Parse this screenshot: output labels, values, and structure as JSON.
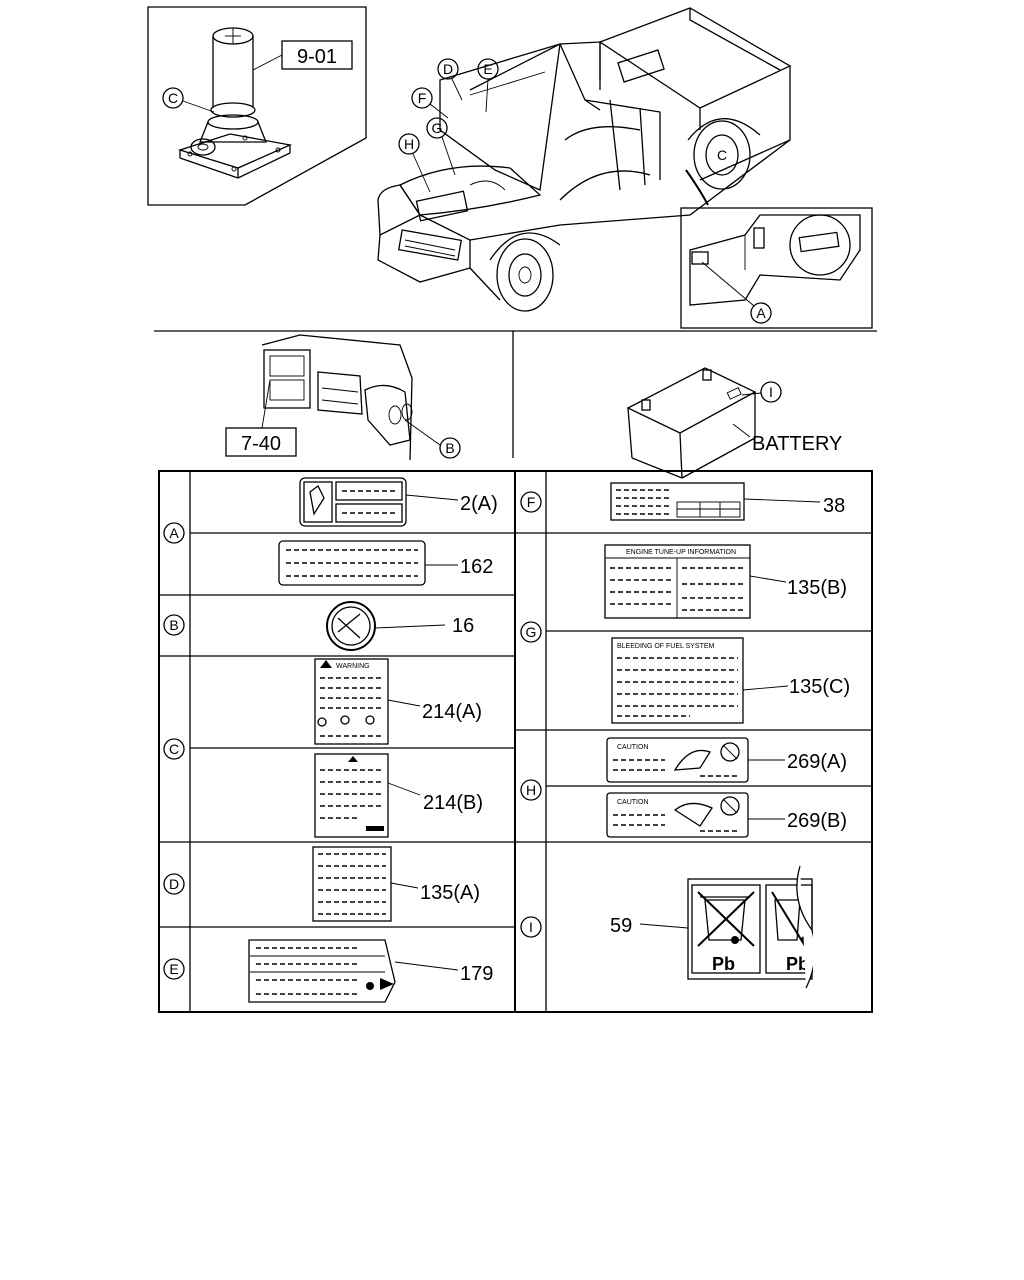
{
  "top": {
    "jack_inset": {
      "ref_label": "9-01",
      "callout": "C"
    },
    "truck_callouts": [
      "D",
      "E",
      "F",
      "G",
      "H"
    ],
    "fuel_inset": {
      "callout": "A"
    }
  },
  "middle": {
    "dash_view": {
      "ref_label": "7-40",
      "callout": "B"
    },
    "battery_view": {
      "callout": "I",
      "label": "BATTERY"
    }
  },
  "table": {
    "left_rows": [
      {
        "group": "A",
        "parts": [
          {
            "number": "2(A)"
          },
          {
            "number": "162"
          }
        ]
      },
      {
        "group": "B",
        "parts": [
          {
            "number": "16"
          }
        ]
      },
      {
        "group": "C",
        "parts": [
          {
            "number": "214(A)",
            "heading": "WARNING"
          },
          {
            "number": "214(B)"
          }
        ]
      },
      {
        "group": "D",
        "parts": [
          {
            "number": "135(A)"
          }
        ]
      },
      {
        "group": "E",
        "parts": [
          {
            "number": "179"
          }
        ]
      }
    ],
    "right_rows": [
      {
        "group": "F",
        "parts": [
          {
            "number": "38"
          }
        ]
      },
      {
        "group": "G",
        "parts": [
          {
            "number": "135(B)",
            "heading": "ENGINE TUNE-UP INFORMATION"
          },
          {
            "number": "135(C)",
            "heading": "BLEEDING OF FUEL SYSTEM"
          }
        ]
      },
      {
        "group": "H",
        "parts": [
          {
            "number": "269(A)",
            "heading": "CAUTION"
          },
          {
            "number": "269(B)",
            "heading": "CAUTION"
          }
        ]
      },
      {
        "group": "I",
        "parts": [
          {
            "number": "59",
            "symbol_text": "Pb"
          }
        ]
      }
    ]
  }
}
